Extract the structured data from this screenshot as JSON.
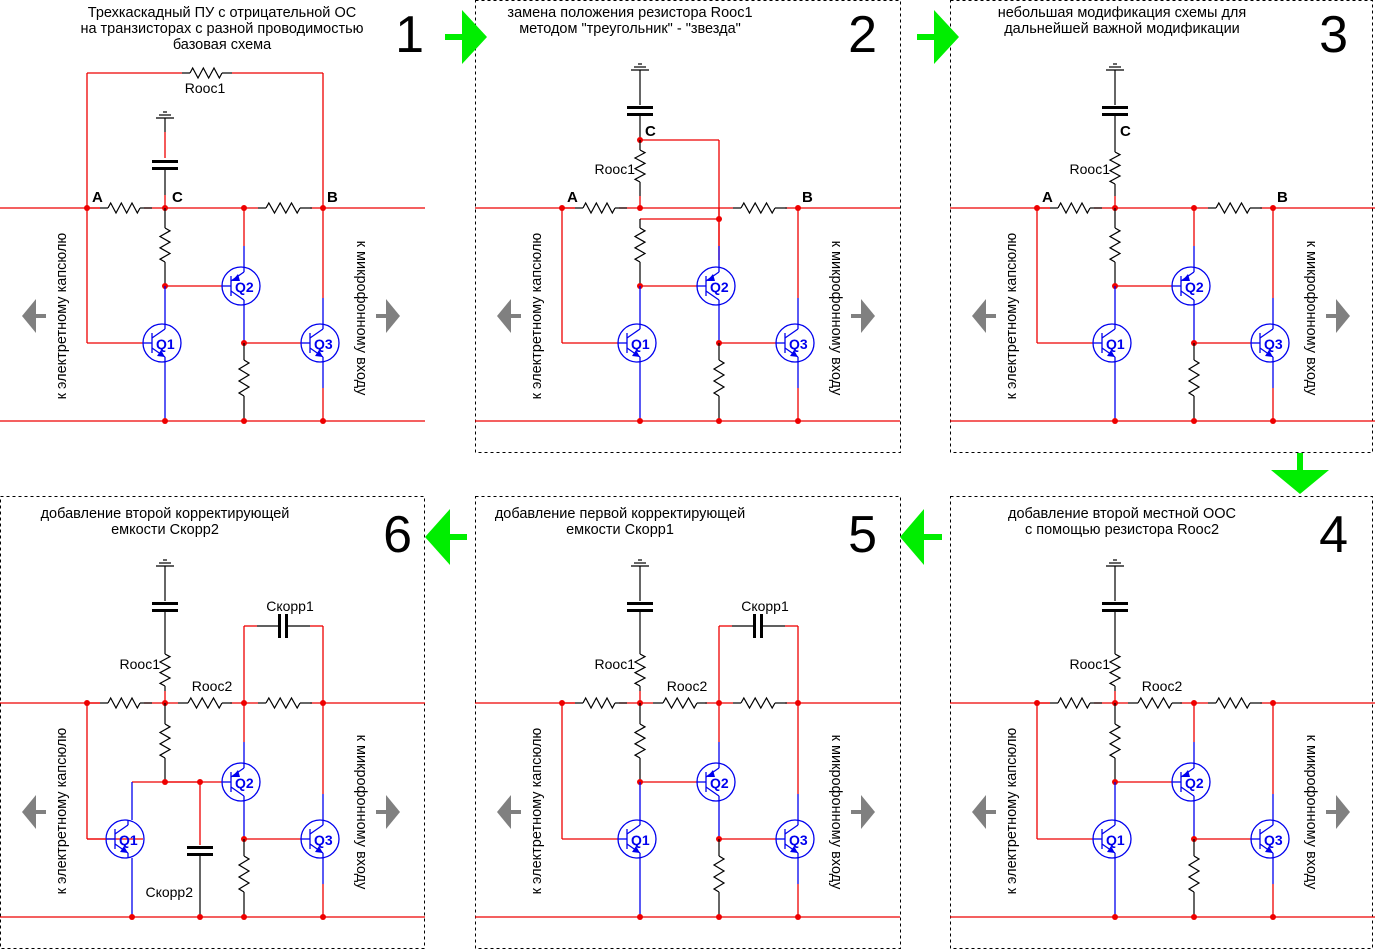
{
  "diagram": {
    "colors": {
      "wire": "#ee0000",
      "component": "#000000",
      "transistor": "#0000ee",
      "flow_arrow": "#00ee00",
      "io_arrow": "#808080"
    },
    "common_labels": {
      "left_side": "к электретному капсюлю",
      "right_side": "к микрофонному входу",
      "transistors": [
        "Q1",
        "Q2",
        "Q3"
      ],
      "node_a": "A",
      "node_b": "B",
      "node_c": "C",
      "rooc1": "Rooc1",
      "rooc2": "Rooc2",
      "ckorr1": "Cкорр1",
      "ckorr2": "Cкорр2"
    },
    "flow": [
      "1",
      "2",
      "3",
      "4",
      "5",
      "6"
    ],
    "panels": [
      {
        "step": "1",
        "title_lines": [
          "Трехкаскадный ПУ  с отрицательной ОС",
          "на транзисторах с разной проводимостью",
          "базовая схема"
        ]
      },
      {
        "step": "2",
        "title_lines": [
          "замена положения резистора Rooc1",
          "методом \"треугольник\" - \"звезда\""
        ]
      },
      {
        "step": "3",
        "title_lines": [
          "небольшая модификация схемы  для",
          "дальнейшей важной модификации"
        ]
      },
      {
        "step": "4",
        "title_lines": [
          "добавление второй местной ООС",
          "с помощью резистора Rooc2"
        ]
      },
      {
        "step": "5",
        "title_lines": [
          "добавление первой корректирующей",
          "емкости Cкорр1"
        ]
      },
      {
        "step": "6",
        "title_lines": [
          "добавление второй корректирующей",
          "емкости Cкорр2"
        ]
      }
    ]
  }
}
